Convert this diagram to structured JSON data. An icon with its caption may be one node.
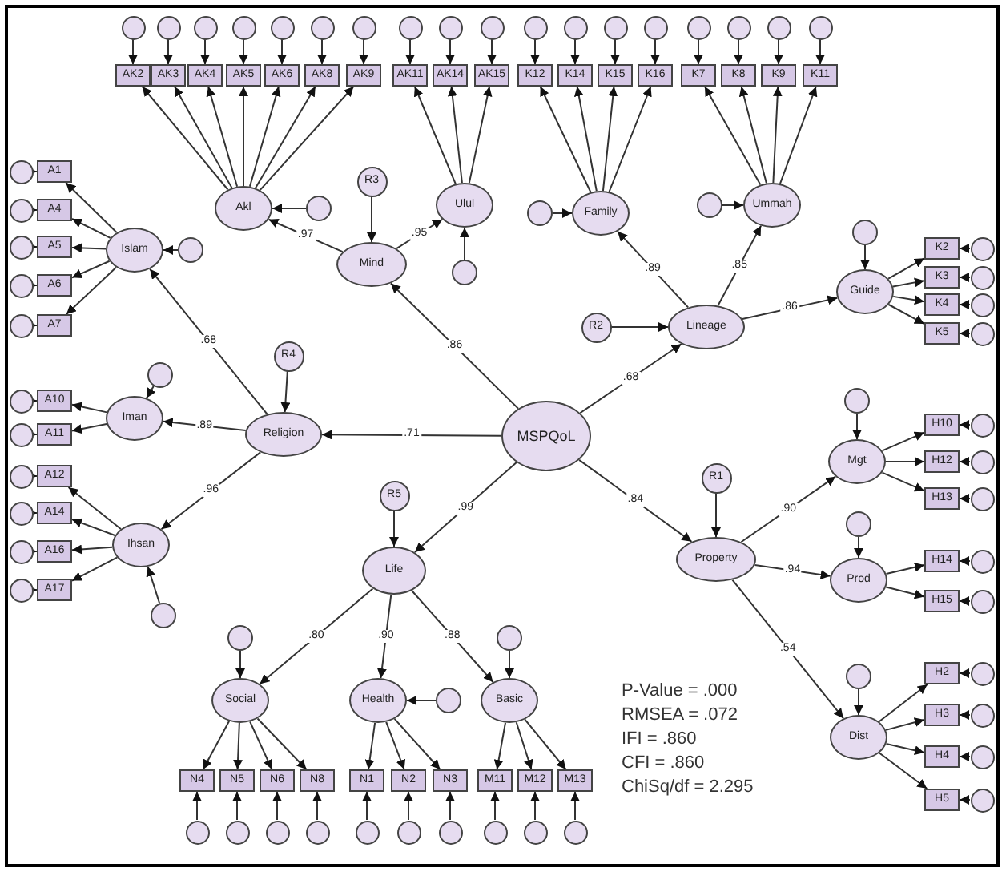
{
  "diagram": {
    "nodes": [
      {
        "text": [
          "MSPQoL"
        ]
      },
      {
        "text": [
          "Mind"
        ]
      },
      {
        "text": [
          "Lineage"
        ]
      },
      {
        "text": [
          "Religion"
        ]
      },
      {
        "text": [
          "Life"
        ]
      },
      {
        "text": [
          "Property"
        ]
      },
      {
        "text": [
          "R1"
        ]
      },
      {
        "text": [
          "R2"
        ]
      },
      {
        "text": [
          "R3"
        ]
      },
      {
        "text": [
          "R4"
        ]
      },
      {
        "text": [
          "R5"
        ]
      },
      {
        "text": [
          "Akl"
        ]
      },
      {
        "text": [
          "Ulul"
        ]
      },
      {
        "text": [
          "Family"
        ]
      },
      {
        "text": [
          "Ummah"
        ]
      },
      {
        "text": [
          "Guide"
        ]
      },
      {
        "text": [
          "Mgt"
        ]
      },
      {
        "text": [
          "Prod"
        ]
      },
      {
        "text": [
          "Dist"
        ]
      },
      {
        "text": [
          "Social"
        ]
      },
      {
        "text": [
          "Health"
        ]
      },
      {
        "text": [
          "Basic"
        ]
      },
      {
        "text": [
          "Islam"
        ]
      },
      {
        "text": [
          "Iman"
        ]
      },
      {
        "text": [
          "Ihsan"
        ]
      },
      {
        "text": [],
        "shape": "circle"
      },
      {
        "text": [],
        "shape": "circle"
      },
      {
        "text": [],
        "shape": "circle"
      },
      {
        "text": [],
        "shape": "circle"
      },
      {
        "text": [],
        "shape": "circle"
      },
      {
        "text": [],
        "shape": "circle"
      },
      {
        "text": [],
        "shape": "circle"
      },
      {
        "text": [],
        "shape": "circle"
      },
      {
        "text": [],
        "shape": "circle"
      },
      {
        "text": [],
        "shape": "circle"
      },
      {
        "text": [],
        "shape": "circle"
      },
      {
        "text": [],
        "shape": "circle"
      },
      {
        "text": [],
        "shape": "circle"
      },
      {
        "text": [],
        "shape": "circle"
      },
      {
        "text": [
          "AK2"
        ]
      },
      {
        "text": [
          "AK3"
        ]
      },
      {
        "text": [
          "AK4"
        ]
      },
      {
        "text": [
          "AK5"
        ]
      },
      {
        "text": [
          "AK6"
        ]
      },
      {
        "text": [
          "AK8"
        ]
      },
      {
        "text": [
          "AK9"
        ]
      },
      {
        "text": [
          "AK11"
        ]
      },
      {
        "text": [
          "AK14"
        ]
      },
      {
        "text": [
          "AK15"
        ]
      },
      {
        "text": [
          "K12"
        ]
      },
      {
        "text": [
          "K14"
        ]
      },
      {
        "text": [
          "K15"
        ]
      },
      {
        "text": [
          "K16"
        ]
      },
      {
        "text": [
          "K7"
        ]
      },
      {
        "text": [
          "K8"
        ]
      },
      {
        "text": [
          "K9"
        ]
      },
      {
        "text": [
          "K11"
        ]
      },
      {
        "text": [
          "K2"
        ]
      },
      {
        "text": [
          "K3"
        ]
      },
      {
        "text": [
          "K4"
        ]
      },
      {
        "text": [
          "K5"
        ]
      },
      {
        "text": [
          "H10"
        ]
      },
      {
        "text": [
          "H12"
        ]
      },
      {
        "text": [
          "H13"
        ]
      },
      {
        "text": [
          "H14"
        ]
      },
      {
        "text": [
          "H15"
        ]
      },
      {
        "text": [
          "H2"
        ]
      },
      {
        "text": [
          "H3"
        ]
      },
      {
        "text": [
          "H4"
        ]
      },
      {
        "text": [
          "H5"
        ]
      },
      {
        "text": [
          "N4"
        ]
      },
      {
        "text": [
          "N5"
        ]
      },
      {
        "text": [
          "N6"
        ]
      },
      {
        "text": [
          "N8"
        ]
      },
      {
        "text": [
          "N1"
        ]
      },
      {
        "text": [
          "N2"
        ]
      },
      {
        "text": [
          "N3"
        ]
      },
      {
        "text": [
          "M11"
        ]
      },
      {
        "text": [
          "M12"
        ]
      },
      {
        "text": [
          "M13"
        ]
      },
      {
        "text": [
          "A1"
        ]
      },
      {
        "text": [
          "A4"
        ]
      },
      {
        "text": [
          "A5"
        ]
      },
      {
        "text": [
          "A6"
        ]
      },
      {
        "text": [
          "A7"
        ]
      },
      {
        "text": [
          "A10"
        ]
      },
      {
        "text": [
          "A11"
        ]
      },
      {
        "text": [
          "A12"
        ]
      },
      {
        "text": [
          "A14"
        ]
      },
      {
        "text": [
          "A16"
        ]
      },
      {
        "text": [
          "A17"
        ]
      },
      {
        "text": [],
        "shape": "circle"
      },
      {
        "text": [],
        "shape": "circle"
      },
      {
        "text": [],
        "shape": "circle"
      },
      {
        "text": [],
        "shape": "circle"
      },
      {
        "text": [],
        "shape": "circle"
      },
      {
        "text": [],
        "shape": "circle"
      },
      {
        "text": [],
        "shape": "circle"
      },
      {
        "text": [],
        "shape": "circle"
      },
      {
        "text": [],
        "shape": "circle"
      },
      {
        "text": [],
        "shape": "circle"
      },
      {
        "text": [],
        "shape": "circle"
      },
      {
        "text": [],
        "shape": "circle"
      },
      {
        "text": [],
        "shape": "circle"
      },
      {
        "text": [],
        "shape": "circle"
      },
      {
        "text": [],
        "shape": "circle"
      },
      {
        "text": [],
        "shape": "circle"
      },
      {
        "text": [],
        "shape": "circle"
      },
      {
        "text": [],
        "shape": "circle"
      },
      {
        "text": [],
        "shape": "circle"
      },
      {
        "text": [],
        "shape": "circle"
      },
      {
        "text": [],
        "shape": "circle"
      },
      {
        "text": [],
        "shape": "circle"
      },
      {
        "text": [],
        "shape": "circle"
      },
      {
        "text": [],
        "shape": "circle"
      },
      {
        "text": [],
        "shape": "circle"
      },
      {
        "text": [],
        "shape": "circle"
      },
      {
        "text": [],
        "shape": "circle"
      },
      {
        "text": [],
        "shape": "circle"
      },
      {
        "text": [],
        "shape": "circle"
      },
      {
        "text": [],
        "shape": "circle"
      },
      {
        "text": [],
        "shape": "circle"
      },
      {
        "text": [],
        "shape": "circle"
      },
      {
        "text": [],
        "shape": "circle"
      },
      {
        "text": [],
        "shape": "circle"
      },
      {
        "text": [],
        "shape": "circle"
      },
      {
        "text": [],
        "shape": "circle"
      },
      {
        "text": [],
        "shape": "circle"
      },
      {
        "text": [],
        "shape": "circle"
      },
      {
        "text": [],
        "shape": "circle"
      },
      {
        "text": [],
        "shape": "circle"
      },
      {
        "text": [],
        "shape": "circle"
      },
      {
        "text": [],
        "shape": "circle"
      },
      {
        "text": [],
        "shape": "circle"
      },
      {
        "text": [],
        "shape": "circle"
      },
      {
        "text": [],
        "shape": "circle"
      },
      {
        "text": [],
        "shape": "circle"
      },
      {
        "text": [],
        "shape": "circle"
      },
      {
        "text": [],
        "shape": "circle"
      },
      {
        "text": [],
        "shape": "circle"
      },
      {
        "text": [],
        "shape": "circle"
      },
      {
        "text": [],
        "shape": "circle"
      },
      {
        "text": [],
        "shape": "circle"
      }
    ],
    "edges": [
      {
        "from": 0,
        "to": 1,
        "arrow": "to",
        "label": ".86"
      },
      {
        "from": 0,
        "to": 2,
        "arrow": "to",
        "label": ".68"
      },
      {
        "from": 0,
        "to": 3,
        "arrow": "to",
        "label": ".71"
      },
      {
        "from": 0,
        "to": 4,
        "arrow": "to",
        "label": ".99"
      },
      {
        "from": 0,
        "to": 5,
        "arrow": "to",
        "label": ".84"
      },
      {
        "from": 6,
        "to": 5,
        "arrow": "to"
      },
      {
        "from": 7,
        "to": 2,
        "arrow": "to"
      },
      {
        "from": 8,
        "to": 1,
        "arrow": "to"
      },
      {
        "from": 9,
        "to": 3,
        "arrow": "to"
      },
      {
        "from": 10,
        "to": 4,
        "arrow": "to"
      },
      {
        "from": 1,
        "to": 11,
        "arrow": "to",
        "label": ".97"
      },
      {
        "from": 1,
        "to": 12,
        "arrow": "to",
        "label": ".95"
      },
      {
        "from": 2,
        "to": 13,
        "arrow": "to",
        "label": ".89"
      },
      {
        "from": 2,
        "to": 14,
        "arrow": "to",
        "label": ".85"
      },
      {
        "from": 2,
        "to": 15,
        "arrow": "to",
        "label": ".86"
      },
      {
        "from": 5,
        "to": 16,
        "arrow": "to",
        "label": ".90"
      },
      {
        "from": 5,
        "to": 17,
        "arrow": "to",
        "label": ".94"
      },
      {
        "from": 5,
        "to": 18,
        "arrow": "to",
        "label": ".54"
      },
      {
        "from": 4,
        "to": 19,
        "arrow": "to",
        "label": ".80"
      },
      {
        "from": 4,
        "to": 20,
        "arrow": "to",
        "label": ".90"
      },
      {
        "from": 4,
        "to": 21,
        "arrow": "to",
        "label": ".88"
      },
      {
        "from": 3,
        "to": 22,
        "arrow": "to",
        "label": ".68"
      },
      {
        "from": 3,
        "to": 23,
        "arrow": "to",
        "label": ".89"
      },
      {
        "from": 3,
        "to": 24,
        "arrow": "to",
        "label": ".96"
      },
      {
        "from": 25,
        "to": 11,
        "arrow": "to"
      },
      {
        "from": 26,
        "to": 12,
        "arrow": "to"
      },
      {
        "from": 27,
        "to": 13,
        "arrow": "to"
      },
      {
        "from": 28,
        "to": 14,
        "arrow": "to"
      },
      {
        "from": 29,
        "to": 15,
        "arrow": "to"
      },
      {
        "from": 30,
        "to": 16,
        "arrow": "to"
      },
      {
        "from": 31,
        "to": 17,
        "arrow": "to"
      },
      {
        "from": 32,
        "to": 18,
        "arrow": "to"
      },
      {
        "from": 33,
        "to": 19,
        "arrow": "to"
      },
      {
        "from": 34,
        "to": 20,
        "arrow": "to"
      },
      {
        "from": 35,
        "to": 21,
        "arrow": "to"
      },
      {
        "from": 36,
        "to": 22,
        "arrow": "to"
      },
      {
        "from": 37,
        "to": 23,
        "arrow": "to"
      },
      {
        "from": 38,
        "to": 24,
        "arrow": "to"
      },
      {
        "from": 11,
        "to": 39,
        "arrow": "to"
      },
      {
        "from": 11,
        "to": 40,
        "arrow": "to"
      },
      {
        "from": 11,
        "to": 41,
        "arrow": "to"
      },
      {
        "from": 11,
        "to": 42,
        "arrow": "to"
      },
      {
        "from": 11,
        "to": 43,
        "arrow": "to"
      },
      {
        "from": 11,
        "to": 44,
        "arrow": "to"
      },
      {
        "from": 11,
        "to": 45,
        "arrow": "to"
      },
      {
        "from": 12,
        "to": 46,
        "arrow": "to"
      },
      {
        "from": 12,
        "to": 47,
        "arrow": "to"
      },
      {
        "from": 12,
        "to": 48,
        "arrow": "to"
      },
      {
        "from": 13,
        "to": 49,
        "arrow": "to"
      },
      {
        "from": 13,
        "to": 50,
        "arrow": "to"
      },
      {
        "from": 13,
        "to": 51,
        "arrow": "to"
      },
      {
        "from": 13,
        "to": 52,
        "arrow": "to"
      },
      {
        "from": 14,
        "to": 53,
        "arrow": "to"
      },
      {
        "from": 14,
        "to": 54,
        "arrow": "to"
      },
      {
        "from": 14,
        "to": 55,
        "arrow": "to"
      },
      {
        "from": 14,
        "to": 56,
        "arrow": "to"
      },
      {
        "from": 15,
        "to": 57,
        "arrow": "to"
      },
      {
        "from": 15,
        "to": 58,
        "arrow": "to"
      },
      {
        "from": 15,
        "to": 59,
        "arrow": "to"
      },
      {
        "from": 15,
        "to": 60,
        "arrow": "to"
      },
      {
        "from": 16,
        "to": 61,
        "arrow": "to"
      },
      {
        "from": 16,
        "to": 62,
        "arrow": "to"
      },
      {
        "from": 16,
        "to": 63,
        "arrow": "to"
      },
      {
        "from": 17,
        "to": 64,
        "arrow": "to"
      },
      {
        "from": 17,
        "to": 65,
        "arrow": "to"
      },
      {
        "from": 18,
        "to": 66,
        "arrow": "to"
      },
      {
        "from": 18,
        "to": 67,
        "arrow": "to"
      },
      {
        "from": 18,
        "to": 68,
        "arrow": "to"
      },
      {
        "from": 18,
        "to": 69,
        "arrow": "to"
      },
      {
        "from": 19,
        "to": 70,
        "arrow": "to"
      },
      {
        "from": 19,
        "to": 71,
        "arrow": "to"
      },
      {
        "from": 19,
        "to": 72,
        "arrow": "to"
      },
      {
        "from": 19,
        "to": 73,
        "arrow": "to"
      },
      {
        "from": 20,
        "to": 74,
        "arrow": "to"
      },
      {
        "from": 20,
        "to": 75,
        "arrow": "to"
      },
      {
        "from": 20,
        "to": 76,
        "arrow": "to"
      },
      {
        "from": 21,
        "to": 77,
        "arrow": "to"
      },
      {
        "from": 21,
        "to": 78,
        "arrow": "to"
      },
      {
        "from": 21,
        "to": 79,
        "arrow": "to"
      },
      {
        "from": 22,
        "to": 80,
        "arrow": "to"
      },
      {
        "from": 22,
        "to": 81,
        "arrow": "to"
      },
      {
        "from": 22,
        "to": 82,
        "arrow": "to"
      },
      {
        "from": 22,
        "to": 83,
        "arrow": "to"
      },
      {
        "from": 22,
        "to": 84,
        "arrow": "to"
      },
      {
        "from": 23,
        "to": 85,
        "arrow": "to"
      },
      {
        "from": 23,
        "to": 86,
        "arrow": "to"
      },
      {
        "from": 24,
        "to": 87,
        "arrow": "to"
      },
      {
        "from": 24,
        "to": 88,
        "arrow": "to"
      },
      {
        "from": 24,
        "to": 89,
        "arrow": "to"
      },
      {
        "from": 24,
        "to": 90,
        "arrow": "to"
      },
      {
        "from": 91,
        "to": 39,
        "arrow": "to"
      },
      {
        "from": 92,
        "to": 40,
        "arrow": "to"
      },
      {
        "from": 93,
        "to": 41,
        "arrow": "to"
      },
      {
        "from": 94,
        "to": 42,
        "arrow": "to"
      },
      {
        "from": 95,
        "to": 43,
        "arrow": "to"
      },
      {
        "from": 96,
        "to": 44,
        "arrow": "to"
      },
      {
        "from": 97,
        "to": 45,
        "arrow": "to"
      },
      {
        "from": 98,
        "to": 46,
        "arrow": "to"
      },
      {
        "from": 99,
        "to": 47,
        "arrow": "to"
      },
      {
        "from": 100,
        "to": 48,
        "arrow": "to"
      },
      {
        "from": 101,
        "to": 49,
        "arrow": "to"
      },
      {
        "from": 102,
        "to": 50,
        "arrow": "to"
      },
      {
        "from": 103,
        "to": 51,
        "arrow": "to"
      },
      {
        "from": 104,
        "to": 52,
        "arrow": "to"
      },
      {
        "from": 105,
        "to": 53,
        "arrow": "to"
      },
      {
        "from": 106,
        "to": 54,
        "arrow": "to"
      },
      {
        "from": 107,
        "to": 55,
        "arrow": "to"
      },
      {
        "from": 108,
        "to": 56,
        "arrow": "to"
      },
      {
        "from": 109,
        "to": 57,
        "arrow": "to"
      },
      {
        "from": 110,
        "to": 58,
        "arrow": "to"
      },
      {
        "from": 111,
        "to": 59,
        "arrow": "to"
      },
      {
        "from": 112,
        "to": 60,
        "arrow": "to"
      },
      {
        "from": 113,
        "to": 61,
        "arrow": "to"
      },
      {
        "from": 114,
        "to": 62,
        "arrow": "to"
      },
      {
        "from": 115,
        "to": 63,
        "arrow": "to"
      },
      {
        "from": 116,
        "to": 64,
        "arrow": "to"
      },
      {
        "from": 117,
        "to": 65,
        "arrow": "to"
      },
      {
        "from": 118,
        "to": 66,
        "arrow": "to"
      },
      {
        "from": 119,
        "to": 67,
        "arrow": "to"
      },
      {
        "from": 120,
        "to": 68,
        "arrow": "to"
      },
      {
        "from": 121,
        "to": 69,
        "arrow": "to"
      },
      {
        "from": 122,
        "to": 70,
        "arrow": "to"
      },
      {
        "from": 123,
        "to": 71,
        "arrow": "to"
      },
      {
        "from": 124,
        "to": 72,
        "arrow": "to"
      },
      {
        "from": 125,
        "to": 73,
        "arrow": "to"
      },
      {
        "from": 126,
        "to": 74,
        "arrow": "to"
      },
      {
        "from": 127,
        "to": 75,
        "arrow": "to"
      },
      {
        "from": 128,
        "to": 76,
        "arrow": "to"
      },
      {
        "from": 129,
        "to": 77,
        "arrow": "to"
      },
      {
        "from": 130,
        "to": 78,
        "arrow": "to"
      },
      {
        "from": 131,
        "to": 79,
        "arrow": "to"
      },
      {
        "from": 132,
        "to": 80,
        "arrow": "to"
      },
      {
        "from": 133,
        "to": 81,
        "arrow": "to"
      },
      {
        "from": 134,
        "to": 82,
        "arrow": "to"
      },
      {
        "from": 135,
        "to": 83,
        "arrow": "to"
      },
      {
        "from": 136,
        "to": 84,
        "arrow": "to"
      },
      {
        "from": 137,
        "to": 85,
        "arrow": "to"
      },
      {
        "from": 138,
        "to": 86,
        "arrow": "to"
      },
      {
        "from": 139,
        "to": 87,
        "arrow": "to"
      },
      {
        "from": 140,
        "to": 88,
        "arrow": "to"
      },
      {
        "from": 141,
        "to": 89,
        "arrow": "to"
      },
      {
        "from": 142,
        "to": 90,
        "arrow": "to"
      }
    ],
    "labels": [
      "P-Value = .000",
      "RMSEA = .072",
      "IFI = .860",
      "CFI = .860",
      "ChiSq/df = 2.295"
    ]
  }
}
